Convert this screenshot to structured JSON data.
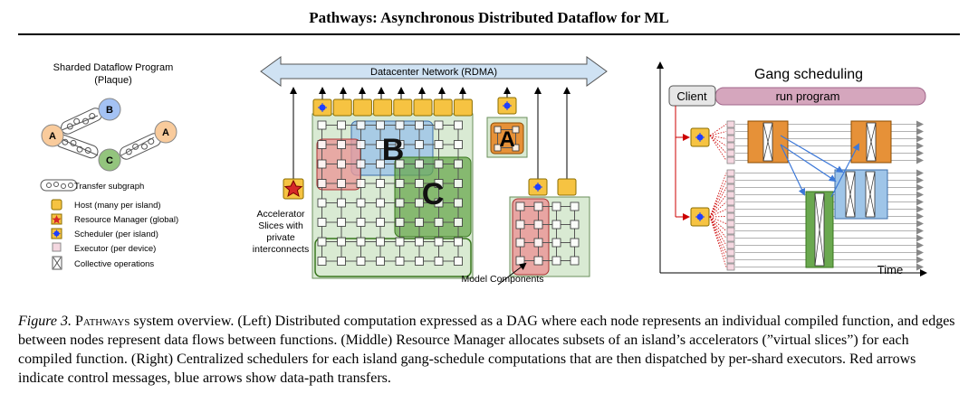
{
  "header": {
    "title": "Pathways: Asynchronous Distributed Dataflow for ML"
  },
  "left_panel": {
    "title_line1": "Sharded Dataflow Program",
    "title_line2": "(Plaque)",
    "nodes": {
      "a_left": "A",
      "b": "B",
      "c": "C",
      "a_right": "A"
    },
    "legend": {
      "transfer": "Transfer subgraph",
      "host": "Host (many per island)",
      "resource_manager": "Resource Manager (global)",
      "scheduler": "Scheduler (per island)",
      "executor": "Executor (per device)",
      "collective": "Collective operations"
    }
  },
  "middle_panel": {
    "network_label": "Datacenter Network (RDMA)",
    "slice_b": "B",
    "slice_c": "C",
    "slice_a": "A",
    "accelerator_text": [
      "Accelerator",
      "Slices with",
      "private",
      "interconnects"
    ],
    "model_components": "Model Components"
  },
  "right_panel": {
    "title": "Gang scheduling",
    "client": "Client",
    "run_program": "run program",
    "time": "Time"
  },
  "colors": {
    "host": "#f6c342",
    "rm_star": "#d62728",
    "scheduler_star": "#1f3fff",
    "executor": "#f4d7e0",
    "slice_b": "#9cc3e6",
    "slice_c": "#7fb36a",
    "slice_red": "#e8a09a",
    "island": "#d9ead3",
    "orange_op": "#e69138",
    "green_op": "#6aa84f",
    "blue_op": "#9fc5e8",
    "control_arrow": "#cc0000",
    "data_arrow": "#3c78d8"
  },
  "caption": {
    "label": "Figure 3.",
    "system_name": "Pathways",
    "text": " system overview. (Left) Distributed computation expressed as a DAG where each node represents an individual compiled function, and edges between nodes represent data flows between functions. (Middle) Resource Manager allocates subsets of an island’s accelerators (”virtual slices”) for each compiled function. (Right) Centralized schedulers for each island gang-schedule computations that are then dispatched by per-shard executors. Red arrows indicate control messages, blue arrows show data-path transfers."
  }
}
